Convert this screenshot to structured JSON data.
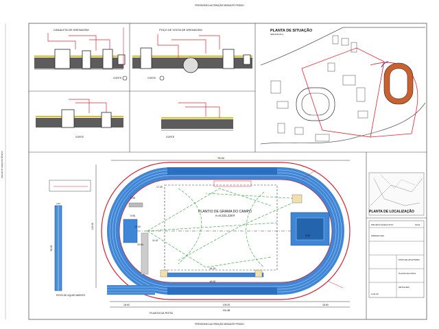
{
  "header": {
    "top_text": "PRESSIONE A ALTERAÇÃO MEDIANTE PEDIDO",
    "bottom_text": "PRESSIONE A ALTERAÇÃO MEDIANTE PEDIDO",
    "left_margin_text": "PROJETO ARQUITETÔNICO"
  },
  "sections": {
    "detail1_title": "CANALETA DE DRENAGEM",
    "detail2_title": "POÇO DE VISITA DE DRENAGEM",
    "detail3_title": "CORTE",
    "detail4_title": "CORTE",
    "situacao_title": "PLANTA DE SITUAÇÃO",
    "situacao_scale": "SEM ESCALA",
    "localizacao_title": "PLANTA DE LOCALIZAÇÃO",
    "pista_title": "PLANTA DA PISTA",
    "campo_title": "PLANTIO DE GRAMA DO CAMPO",
    "campo_area": "A=6.221,22m²",
    "raia_title": "PISTA DE AQUECIMENTO"
  },
  "dimensions": {
    "top_width": "78.50",
    "total_length": "151.88",
    "inner_length": "109.00",
    "left_seg": "18.90",
    "right_seg": "18.90",
    "side_a": "5.98",
    "side_b": "5.99",
    "field_w": "17.25",
    "bottom_inner": "64.30",
    "bottom_inner2": "48.80",
    "left_height": "110.00",
    "raia_height": "50.00",
    "raia_width": "4.30",
    "marks": [
      "10.00",
      "11.42",
      "20.64",
      "5.96"
    ]
  },
  "title_block": {
    "project": "PROJETO EXECUTIVO",
    "sheet": "01/01",
    "owner": "PREFEITURA",
    "lines": [
      "PISTA DE ATLETISMO",
      "PLANTA DA PISTA",
      "DETALHES",
      "A-02.00"
    ]
  }
}
